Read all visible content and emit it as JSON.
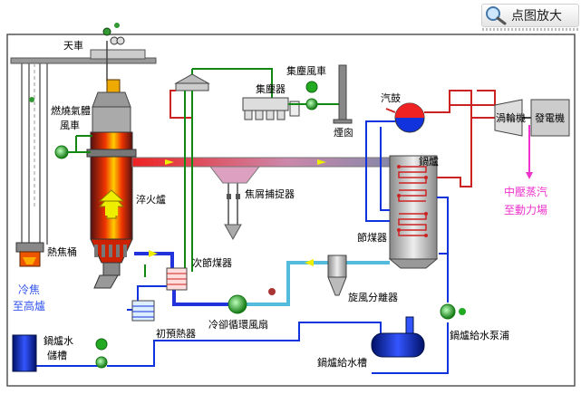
{
  "toolbar": {
    "zoom_label": "点图放大",
    "zoom_icon": "magnifier-icon"
  },
  "labels": {
    "crane": "天車",
    "combustion_fan_1": "燃燒氣體",
    "combustion_fan_2": "風車",
    "hot_coke_bucket": "熱焦桶",
    "cold_coke_1": "冷焦",
    "cold_coke_2": "至高爐",
    "quench_tower": "淬火爐",
    "dust_fan": "集塵風車",
    "dust_collector": "集塵器",
    "chimney": "煙囪",
    "coke_catcher": "焦屑捕捉器",
    "drum": "汽鼓",
    "boiler": "鍋爐",
    "turbine": "渦輪機",
    "generator": "發電機",
    "steam_1": "中壓蒸汽",
    "steam_2": "至動力場",
    "economizer": "節煤器",
    "secondary_economizer": "次節煤器",
    "pre_heater": "初預熱器",
    "circulating_fan": "冷卻循環風扇",
    "cyclone": "旋風分離器",
    "feed_tank_1": "鍋爐水",
    "feed_tank_2": "儲槽",
    "feed_pump": "鍋爐給水泵浦",
    "deaerator": "鍋爐給水槽"
  },
  "colors": {
    "water": "#1133dd",
    "air": "#118811",
    "gas_cool": "#55bbdd",
    "gas_hot": "#cc2222",
    "steam": "#ee33cc",
    "frame": "#555555",
    "label_blue": "#3355ee"
  }
}
